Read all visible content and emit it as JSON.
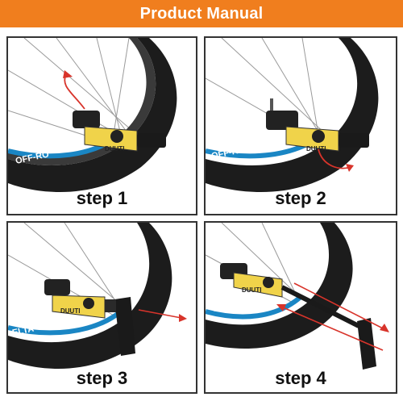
{
  "header": {
    "title": "Product Manual"
  },
  "pump": {
    "brand": "DUUTI"
  },
  "steps": [
    {
      "label": "step 1"
    },
    {
      "label": "step 2"
    },
    {
      "label": "step 3"
    },
    {
      "label": "step 4"
    }
  ],
  "colors": {
    "banner": "#f07e1e",
    "pump_body": "#f0d34a",
    "tire": "#1c1c1c",
    "rim_accent": "#1a86c4",
    "arrow": "#d8342b"
  }
}
